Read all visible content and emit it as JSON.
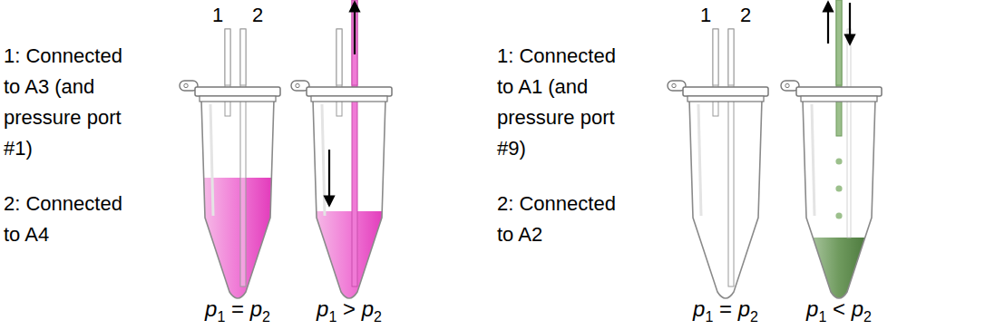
{
  "diagram": {
    "labels": [
      "1",
      "2",
      "1: Connected to A3 (and pressure port #1)",
      "2: Connected to A4",
      "p1 = p2",
      "p1 > p2",
      "1",
      "2",
      "1: Connected to A1 (and pressure port #9)",
      "2: Connected to A2",
      "p1 = p2",
      "p1 < p2"
    ]
  }
}
